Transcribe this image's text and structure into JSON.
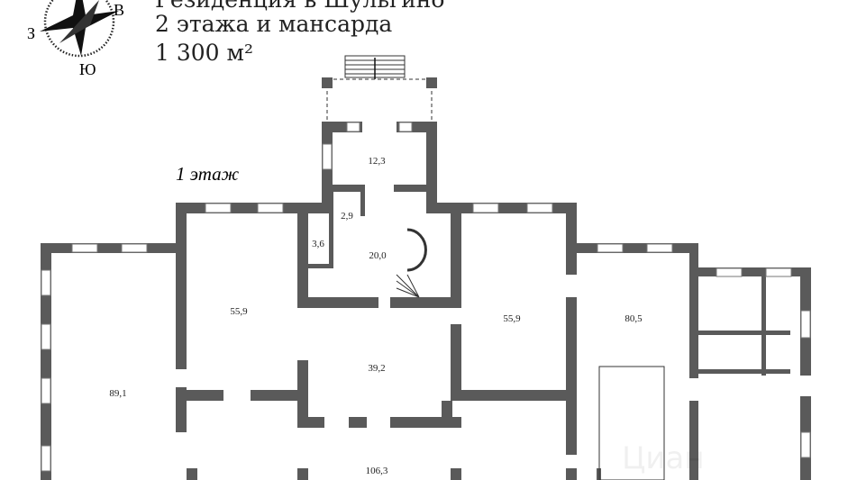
{
  "header": {
    "title": "Резиденция в Шульгино",
    "floors": "2 этажа и мансарда",
    "area": "1 300 м²"
  },
  "compass": {
    "west": "З",
    "east": "В",
    "south": "Ю"
  },
  "floor_label": "1 этаж",
  "rooms": [
    "12,3",
    "2,9",
    "3,6",
    "20,0",
    "55,9",
    "55,9",
    "80,5",
    "39,2",
    "89,1",
    "106,3"
  ],
  "watermark": "Циан",
  "colors": {
    "wall": "#5a5a5a",
    "text": "#222222"
  }
}
